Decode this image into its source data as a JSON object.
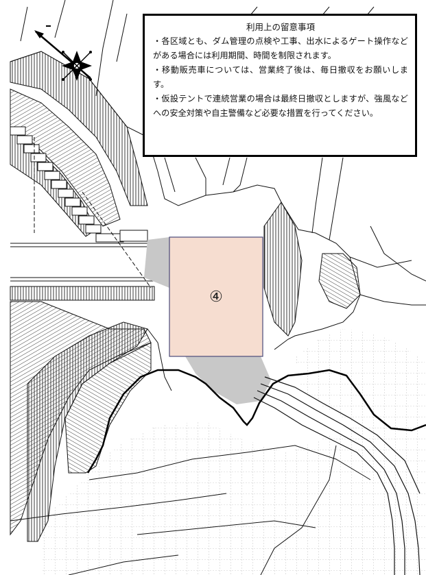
{
  "notice": {
    "title": "利用上の留意事項",
    "items": [
      "・各区域とも、ダム管理の点検や工事、出水によるゲート操作などがある場合には利用期間、時間を制限されます。",
      "・移動販売車については、営業終了後は、毎日撤収をお願いします。",
      "・仮設テントで連続営業の場合は最終日撤収としますが、強風などへの安全対策や自主警備など必要な措置を行ってください。"
    ]
  },
  "zone": {
    "label": "④",
    "fill": "#f6ddd0",
    "border": "#4a4a7a"
  },
  "colors": {
    "shadow": "#c8c8c8",
    "line": "#111111",
    "grid": "#9a9a9a"
  }
}
